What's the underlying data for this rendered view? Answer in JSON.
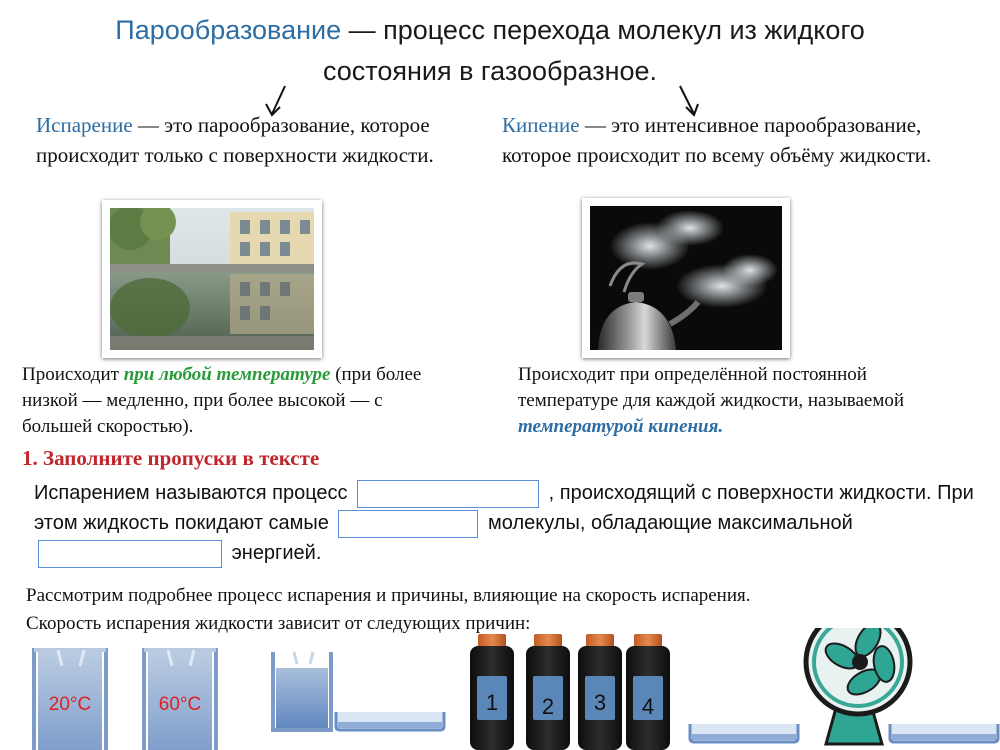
{
  "title": {
    "term": "Парообразование",
    "rest": " — процесс перехода молекул из жидкого состояния в газообразное."
  },
  "evaporation": {
    "term": "Испарение",
    "definition": " — это парообразование, которое происходит только с поверхности жидкости.",
    "note_prefix": "Происходит ",
    "note_highlight": "при любой температуре",
    "note_rest": " (при более низкой — медленно, при более высокой — с большей скоростью)."
  },
  "boiling": {
    "term": "Кипение",
    "definition": " — это  интенсивное парообразование, которое происходит по всему объёму жидкости.",
    "note_prefix": "Происходит при определённой постоянной температуре для каждой жидкости, называемой ",
    "note_highlight": "температурой кипения."
  },
  "task": {
    "title": "1. Заполните пропуски в тексте",
    "part1": "Испарением называются процесс",
    "part2": ", происходящий с поверхности жидкости. При этом жидкость покидают самые",
    "part3": "молекулы, обладающие максимальной",
    "part4": "энергией.",
    "blank1": "",
    "blank2": "",
    "blank3": ""
  },
  "paragraph": {
    "line1": "Рассмотрим подробнее процесс испарения и причины, влияющие на скорость испарения.",
    "line2": "Скорость испарения жидкости зависит от следующих причин:"
  },
  "beakers": [
    {
      "label": "20°C"
    },
    {
      "label": "60°C"
    }
  ],
  "bottles": [
    {
      "label": "1"
    },
    {
      "label": "2"
    },
    {
      "label": "3"
    },
    {
      "label": "4"
    }
  ],
  "colors": {
    "term": "#2e6da4",
    "green": "#2a9b3a",
    "task_red": "#c0262c",
    "blank_border": "#5b8ed6",
    "temp_red": "#e02020"
  }
}
